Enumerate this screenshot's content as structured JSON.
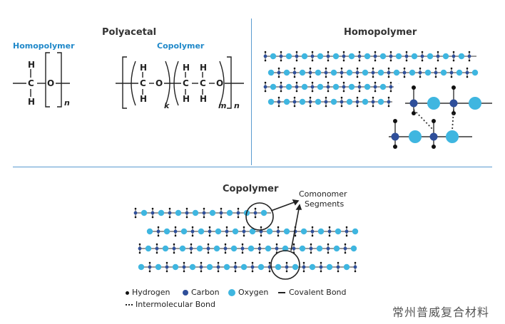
{
  "panels": {
    "polyacetal": {
      "title": "Polyacetal",
      "homopolymer_label": "Homopolymer",
      "copolymer_label": "Copolymer",
      "atoms": {
        "H": "H",
        "C": "C",
        "O": "O"
      },
      "subscripts": {
        "n": "n",
        "k": "k",
        "m": "m"
      }
    },
    "homopolymer": {
      "title": "Homopolymer"
    },
    "copolymer": {
      "title": "Copolymer",
      "annotation_line1": "Comonomer",
      "annotation_line2": "Segments"
    }
  },
  "legend": {
    "hydrogen": "Hydrogen",
    "carbon": "Carbon",
    "oxygen": "Oxygen",
    "covalent": "Covalent Bond",
    "intermolecular": "Intermolecular Bond"
  },
  "colors": {
    "hydrogen": "#111111",
    "carbon": "#2f4f9a",
    "oxygen": "#3fb6e0",
    "divider": "#5a9bd0",
    "accent_blue": "#1f88c9"
  },
  "watermark": "常州普威复合材料"
}
